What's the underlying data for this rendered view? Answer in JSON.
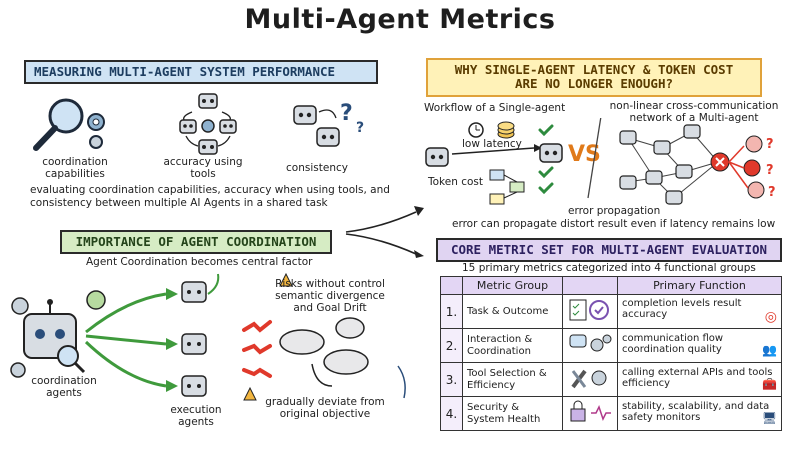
{
  "title": "Multi-Agent Metrics",
  "s1": {
    "header": "MEASURING MULTI-AGENT SYSTEM PERFORMANCE",
    "items": [
      {
        "label": "coordination capabilities",
        "icon": "magnifier-gears-icon"
      },
      {
        "label": "accuracy using tools",
        "icon": "robots-cycle-icon"
      },
      {
        "label": "consistency",
        "icon": "robots-question-icon"
      }
    ],
    "desc": "evaluating coordination capabilities, accuracy when using tools, and consistency between multiple AI Agents in a shared task"
  },
  "s2": {
    "header_line1": "WHY SINGLE-AGENT LATENCY & TOKEN COST",
    "header_line2": "ARE NO LONGER ENOUGH?",
    "single_label": "Workflow of a Single-agent",
    "low_latency": "low latency",
    "token_cost": "Token cost",
    "vs": "VS",
    "multi_label": "non-linear cross-communication network of a Multi-agent",
    "error_prop": "error propagation",
    "error_desc": "error can propagate distort result even if latency remains low"
  },
  "s3": {
    "header": "IMPORTANCE OF AGENT COORDINATION",
    "subtitle": "Agent Coordination becomes central factor",
    "coord_agents": "coordination agents",
    "exec_agents": "execution agents",
    "risks": "Risks without control semantic divergence and Goal Drift",
    "deviate": "gradually deviate from original objective"
  },
  "s4": {
    "header": "CORE METRIC SET FOR MULTI-AGENT EVALUATION",
    "subtitle": "15 primary metrics categorized into 4 functional groups",
    "col_group": "Metric Group",
    "col_function": "Primary Function",
    "rows": [
      {
        "num": "1.",
        "group": "Task & Outcome",
        "function": "completion levels result accuracy"
      },
      {
        "num": "2.",
        "group": "Interaction & Coordination",
        "function": "communication flow coordination quality"
      },
      {
        "num": "3.",
        "group": "Tool Selection & Efficiency",
        "function": "calling external APIs and tools efficiency"
      },
      {
        "num": "4.",
        "group": "Security & System Health",
        "function": "stability, scalability, and data safety monitors"
      }
    ]
  },
  "colors": {
    "blue": "#cfe3f4",
    "green": "#d6ecc4",
    "yellow": "#fff2b8",
    "purple": "#e0d4f2",
    "red": "#e0392b",
    "orange": "#e07a1a"
  }
}
